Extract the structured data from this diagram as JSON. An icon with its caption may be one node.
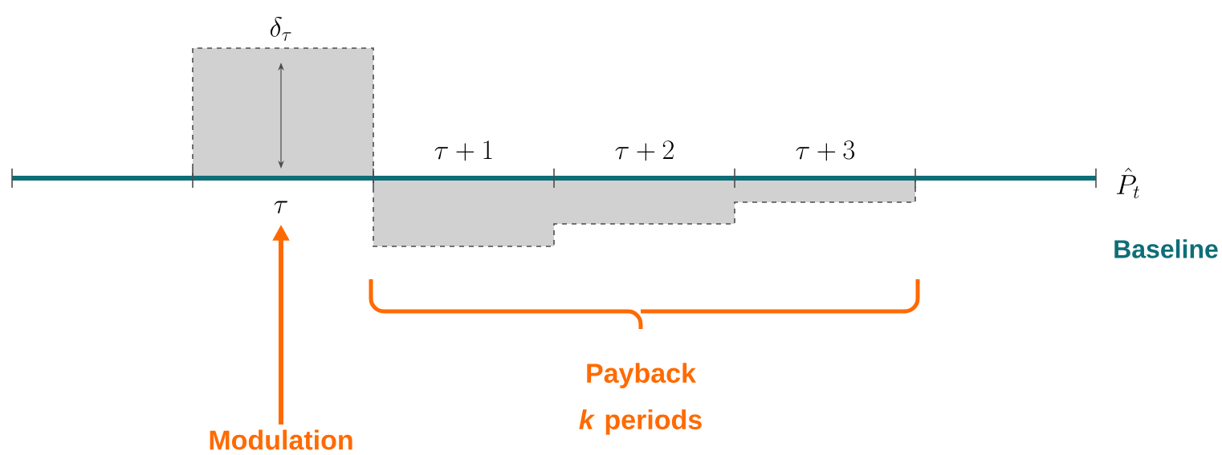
{
  "diagram": {
    "nodes": [
      {
        "text": [
          "Modulation"
        ]
      },
      {
        "text": [
          "\\tau"
        ]
      }
    ],
    "edges": [
      {
        "from": 0,
        "to": 1,
        "arrow": "to"
      }
    ],
    "labels": [
      "\\delta_\\tau",
      "\\tau + 1",
      "\\tau + 2",
      "\\tau + 3",
      "\\hat{P}_t",
      "Baseline",
      "Payback *k* periods"
    ]
  }
}
